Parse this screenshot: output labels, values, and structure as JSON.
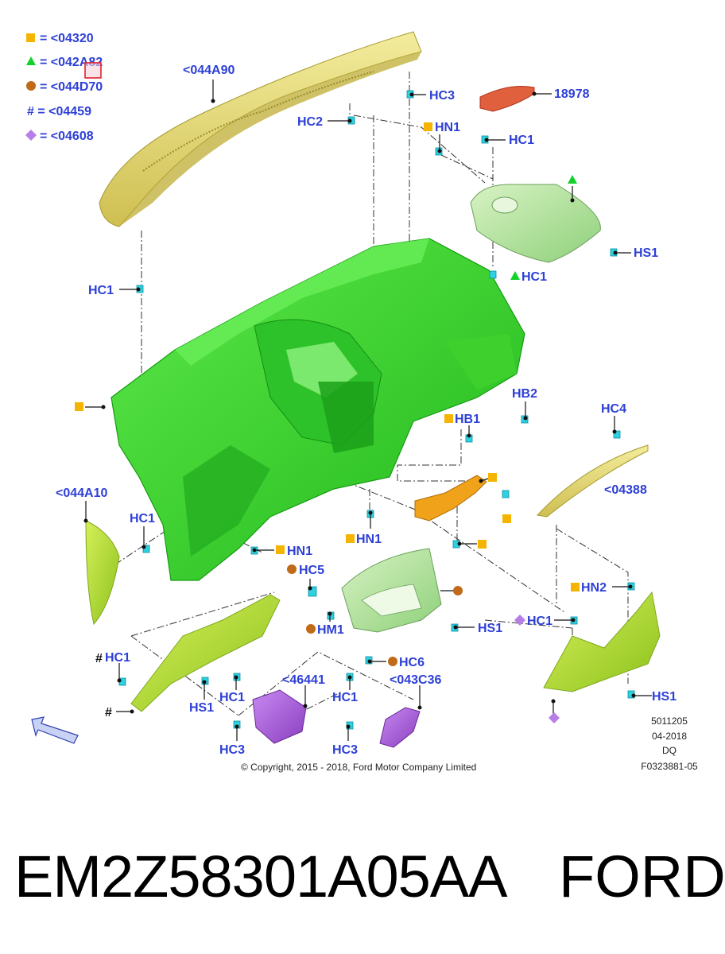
{
  "legend": [
    {
      "symbol": "square",
      "color": "#f5b400",
      "text": "= <04320"
    },
    {
      "symbol": "triangle",
      "color": "#12d12a",
      "text": "= <042A82"
    },
    {
      "symbol": "circle",
      "color": "#c06a1a",
      "text": "= <044D70"
    },
    {
      "symbol": "hash",
      "color": "#111111",
      "text": "# = <04459"
    },
    {
      "symbol": "diamond",
      "color": "#b77ee8",
      "text": "= <04608"
    }
  ],
  "callouts": {
    "top_pad": "<044A90",
    "hc3_top": "HC3",
    "hc2_top": "HC2",
    "part_18978": "18978",
    "hn1_top": "HN1",
    "hc1_topright": "HC1",
    "hs1_right": "HS1",
    "hc1_tri": "HC1",
    "hc1_left": "HC1",
    "hb2": "HB2",
    "hb1": "HB1",
    "hc4": "HC4",
    "part_04388": "<04388",
    "part_044A10": "<044A10",
    "hc1_mid_left": "HC1",
    "hn1_mid": "HN1",
    "hn1_center": "HN1",
    "hc5": "HC5",
    "hn2": "HN2",
    "hm1": "HM1",
    "hs1_cluster": "HS1",
    "hc1_diamond": "HC1",
    "hc1_hash": "HC1",
    "hc6": "HC6",
    "hash_mark": "#",
    "hs1_bottom_left": "HS1",
    "hc1_bottom_left": "HC1",
    "part_46441": "<46441",
    "hc1_bottom_mid": "HC1",
    "part_043C36": "<043C36",
    "hs1_bottom_right": "HS1",
    "hc3_bottom_left": "HC3",
    "hc3_bottom_mid": "HC3"
  },
  "ref_block": [
    "5011205",
    "04-2018",
    "DQ",
    "F0323881-05"
  ],
  "copyright": "© Copyright, 2015 - 2018, Ford Motor Company Limited",
  "footer": {
    "part_number": "EM2Z58301A05AA",
    "brand": "FORD"
  },
  "colors": {
    "label_blue": "#2d3fd6",
    "panel_green": "#3fd22e",
    "pad_yellow": "#e6dc82",
    "highlight_red": "#e0222e"
  }
}
